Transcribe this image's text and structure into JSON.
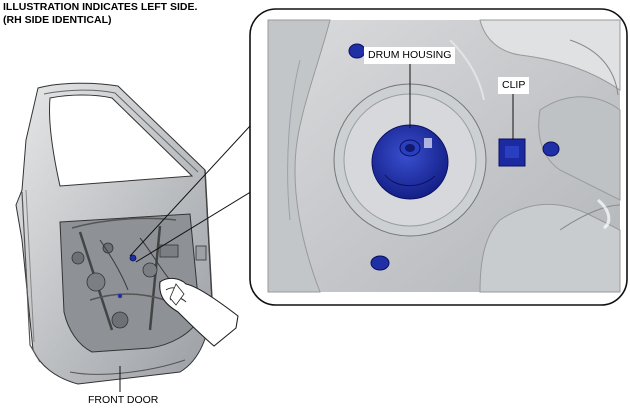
{
  "note": {
    "line1": "ILLUSTRATION INDICATES LEFT SIDE.",
    "line2": "(RH SIDE IDENTICAL)"
  },
  "callouts": {
    "drum_housing": "DRUM HOUSING",
    "clip": "CLIP",
    "front_door": "FRONT DOOR"
  },
  "colors": {
    "highlight": "#1f2fa6",
    "panel": "#cfd1d4",
    "outline": "#2b2b2b"
  }
}
